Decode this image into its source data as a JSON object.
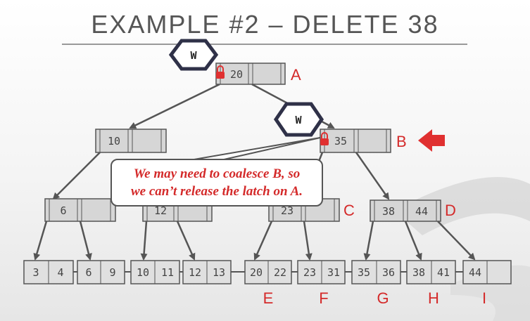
{
  "title": "EXAMPLE #2 – DELETE 38",
  "callout": {
    "line1": "We may need to coalesce B, so",
    "line2": "we can’t release the latch on A."
  },
  "latch_label": "W",
  "nodes": {
    "A": {
      "keys": [
        "20",
        ""
      ],
      "label": "A"
    },
    "B": {
      "keys": [
        "35",
        ""
      ],
      "label": "B"
    },
    "N10": {
      "keys": [
        "10",
        ""
      ]
    },
    "N6": {
      "keys": [
        "6",
        ""
      ]
    },
    "N12": {
      "keys": [
        "12",
        ""
      ]
    },
    "C": {
      "keys": [
        "23",
        ""
      ],
      "label": "C"
    },
    "D": {
      "keys": [
        "38",
        "44"
      ],
      "label": "D"
    }
  },
  "leaves": [
    {
      "keys": [
        "3",
        "4"
      ],
      "label": ""
    },
    {
      "keys": [
        "6",
        "9"
      ],
      "label": ""
    },
    {
      "keys": [
        "10",
        "11"
      ],
      "label": ""
    },
    {
      "keys": [
        "12",
        "13"
      ],
      "label": ""
    },
    {
      "keys": [
        "20",
        "22"
      ],
      "label": "E"
    },
    {
      "keys": [
        "23",
        "31"
      ],
      "label": "F"
    },
    {
      "keys": [
        "35",
        "36"
      ],
      "label": "G"
    },
    {
      "keys": [
        "38",
        "41"
      ],
      "label": "H"
    },
    {
      "keys": [
        "44",
        ""
      ],
      "label": "I"
    }
  ],
  "colors": {
    "accent": "#e03030",
    "latch_border": "#2f3148",
    "node_fill": "#d6d6d6",
    "leaf_fill": "#e0e0e0"
  }
}
